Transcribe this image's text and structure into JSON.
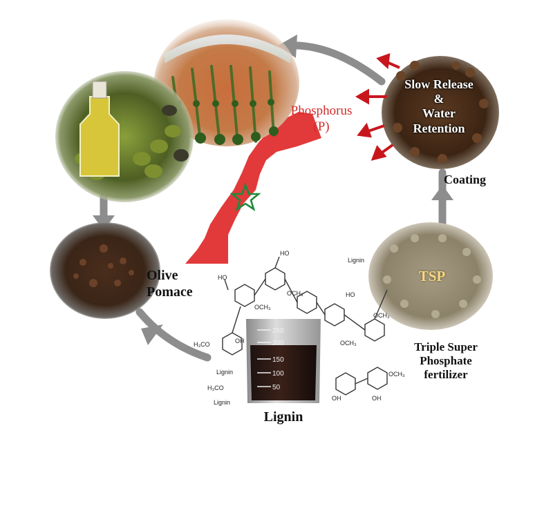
{
  "labels": {
    "phosphorus": "Phosphorus",
    "phosphorus_symbol": "(P)",
    "slow_release_line1": "Slow Release",
    "slow_release_line2": "&",
    "slow_release_line3": "Water",
    "slow_release_line4": "Retention",
    "coating": "Coating",
    "tsp": "TSP",
    "triple_super_line1": "Triple Super",
    "triple_super_line2": "Phosphate",
    "triple_super_line3": "fertilizer",
    "olive_line1": "Olive",
    "olive_line2": "Pomace",
    "lignin": "Lignin",
    "lignin_tag": "Lignin",
    "beaker_marks": [
      "250",
      "200",
      "150",
      "100",
      "50"
    ],
    "structure_groups": [
      "HO",
      "OH",
      "OCH3",
      "H3CO"
    ]
  },
  "colors": {
    "cycle_arrow": "#8d8d8d",
    "release_arrow": "#c8161d",
    "morocco_red": "#e23a3a",
    "star_green": "#1f8a3b",
    "phosphorus_text": "#d22b2b",
    "tsp_text": "#f6d783"
  },
  "icons": [
    "field-photo",
    "olive-oil-photo",
    "pomace-photo",
    "coated-granules-photo",
    "tsp-granules-photo",
    "beaker-photo",
    "morocco-map",
    "green-star-icon"
  ]
}
